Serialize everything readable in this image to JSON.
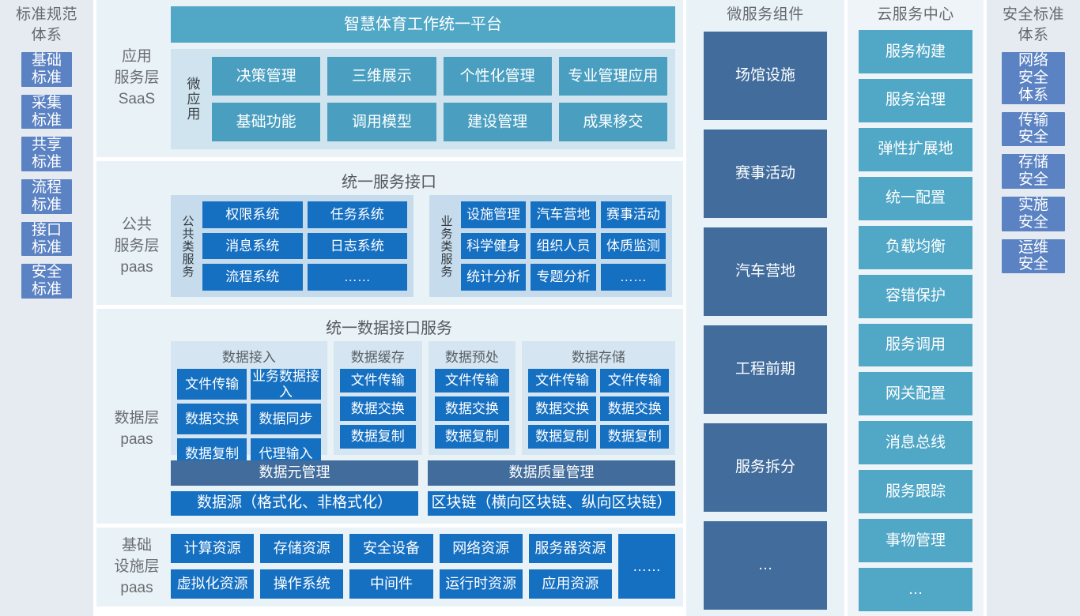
{
  "left_sidebar": {
    "title": "标准规范\n体系",
    "title_lines": [
      "标准规范",
      "体系"
    ],
    "items": [
      {
        "label": "基础\n标准",
        "lines": [
          "基础",
          "标准"
        ]
      },
      {
        "label": "采集\n标准",
        "lines": [
          "采集",
          "标准"
        ]
      },
      {
        "label": "共享\n标准",
        "lines": [
          "共享",
          "标准"
        ]
      },
      {
        "label": "流程\n标准",
        "lines": [
          "流程",
          "标准"
        ]
      },
      {
        "label": "接口\n标准",
        "lines": [
          "接口",
          "标准"
        ]
      },
      {
        "label": "安全\n标准",
        "lines": [
          "安全",
          "标准"
        ]
      }
    ]
  },
  "application_layer": {
    "layer_label_lines": [
      "应用",
      "服务层",
      "SaaS"
    ],
    "platform_title": "智慧体育工作统一平台",
    "micro_app_label": "微应用",
    "apps": [
      "决策管理",
      "三维展示",
      "个性化管理",
      "专业管理应用",
      "基础功能",
      "调用模型",
      "建设管理",
      "成果移交"
    ]
  },
  "public_service_layer": {
    "layer_label_lines": [
      "公共",
      "服务层",
      "paas"
    ],
    "title": "统一服务接口",
    "groups": [
      {
        "vlabel": "公共类服务",
        "items": [
          "权限系统",
          "任务系统",
          "消息系统",
          "日志系统",
          "流程系统",
          "……"
        ]
      },
      {
        "vlabel": "业务类服务",
        "items": [
          "设施管理",
          "汽车营地",
          "赛事活动",
          "科学健身",
          "组织人员",
          "体质监测",
          "统计分析",
          "专题分析",
          "……"
        ]
      }
    ]
  },
  "data_layer": {
    "layer_label_lines": [
      "数据层",
      "paas"
    ],
    "title": "统一数据接口服务",
    "groups": [
      {
        "title": "数据接入",
        "cols": 2,
        "items": [
          "文件传输",
          "业务数据接入",
          "数据交换",
          "数据同步",
          "数据复制",
          "代理输入"
        ]
      },
      {
        "title": "数据缓存",
        "cols": 1,
        "items": [
          "文件传输",
          "数据交换",
          "数据复制"
        ]
      },
      {
        "title": "数据预处",
        "cols": 1,
        "items": [
          "文件传输",
          "数据交换",
          "数据复制"
        ]
      },
      {
        "title": "数据存储",
        "cols": 2,
        "items": [
          "文件传输",
          "文件传输",
          "数据交换",
          "数据交换",
          "数据复制",
          "数据复制"
        ]
      }
    ],
    "management_row": [
      "数据元管理",
      "数据质量管理"
    ],
    "source_row": [
      "数据源（格式化、非格式化）",
      "区块链（横向区块链、纵向区块链）"
    ]
  },
  "infrastructure_layer": {
    "layer_label_lines": [
      "基础",
      "设施层",
      "paas"
    ],
    "items": [
      "计算资源",
      "存储资源",
      "安全设备",
      "网络资源",
      "服务器资源",
      "虚拟化资源",
      "操作系统",
      "中间件",
      "运行时资源",
      "应用资源"
    ],
    "more": "……"
  },
  "microservice_column": {
    "title": "微服务组件",
    "items": [
      "场馆设施",
      "赛事活动",
      "汽车营地",
      "工程前期",
      "服务拆分",
      "…"
    ]
  },
  "cloud_column": {
    "title": "云服务中心",
    "items": [
      "服务构建",
      "服务治理",
      "弹性扩展地",
      "统一配置",
      "负载均衡",
      "容错保护",
      "服务调用",
      "网关配置",
      "消息总线",
      "服务跟踪",
      "事物管理",
      "…"
    ]
  },
  "right_sidebar": {
    "title_lines": [
      "安全标准",
      "体系"
    ],
    "items": [
      {
        "lines": [
          "网络",
          "安全",
          "体系"
        ]
      },
      {
        "lines": [
          "传输",
          "安全"
        ]
      },
      {
        "lines": [
          "存储",
          "安全"
        ]
      },
      {
        "lines": [
          "实施",
          "安全"
        ]
      },
      {
        "lines": [
          "运维",
          "安全"
        ]
      }
    ]
  },
  "colors": {
    "periwinkle": "#5b82c2",
    "teal": "#51a7c6",
    "blue": "#1670c2",
    "slate": "#416c9c",
    "panel_bg": "#e9f2f6",
    "sidebar_bg": "#e6ebf2"
  }
}
